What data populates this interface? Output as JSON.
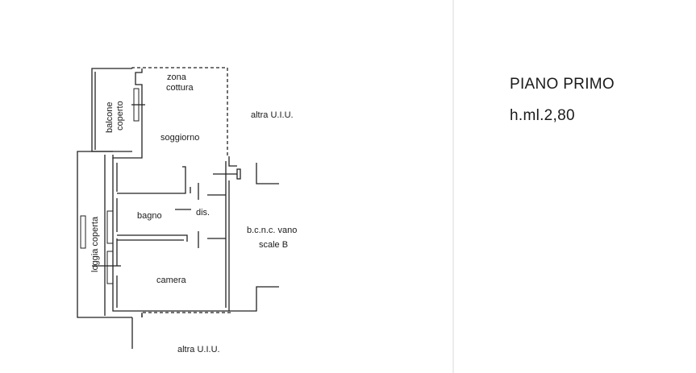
{
  "header": {
    "floor_title": "PIANO PRIMO",
    "ceiling_height": "h.ml.2,80"
  },
  "plan": {
    "rooms": {
      "zona": "zona",
      "cottura": "cottura",
      "soggiorno": "soggiorno",
      "bagno": "bagno",
      "dis": "dis.",
      "camera": "camera",
      "balcone": "balcone",
      "coperto": "coperto",
      "loggia": "loggia coperta"
    },
    "neighbors": {
      "altra_top": "altra U.I.U.",
      "altra_bottom": "altra U.I.U.",
      "bcnc_line1": "b.c.n.c. vano",
      "bcnc_line2": "scale B"
    }
  },
  "colors": {
    "line": "#222222",
    "divider": "#d9d9d9"
  }
}
